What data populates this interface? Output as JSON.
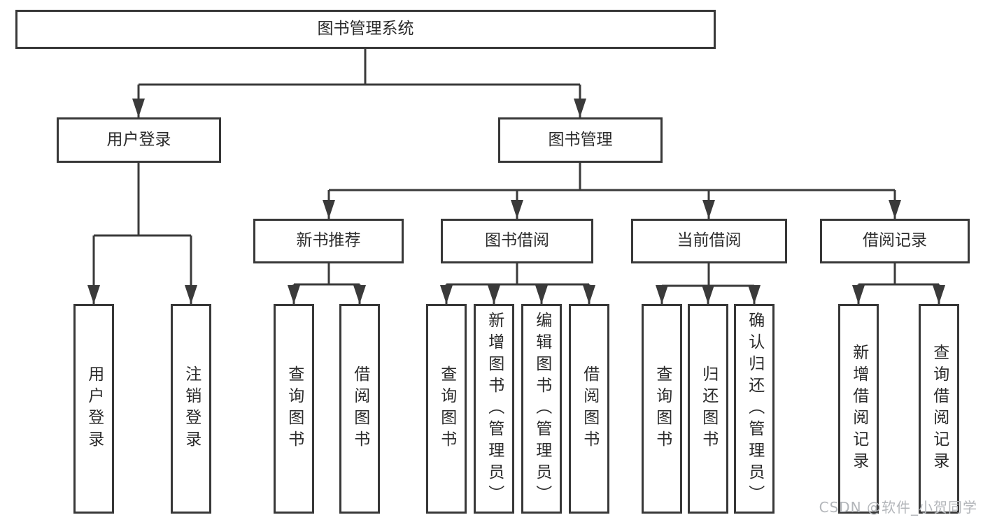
{
  "diagram": {
    "root": {
      "label": "图书管理系统"
    },
    "branches": {
      "userLogin": {
        "label": "用户登录",
        "children": {
          "login": {
            "label": "用户登录"
          },
          "logout": {
            "label": "注销登录"
          }
        }
      },
      "bookMgmt": {
        "label": "图书管理",
        "children": {
          "newBooks": {
            "label": "新书推荐",
            "children": {
              "query": {
                "label": "查询图书"
              },
              "borrow": {
                "label": "借阅图书"
              }
            }
          },
          "borrowing": {
            "label": "图书借阅",
            "children": {
              "query": {
                "label": "查询图书"
              },
              "add": {
                "label": "新增图书（管理员）"
              },
              "edit": {
                "label": "编辑图书（管理员）"
              },
              "borrow": {
                "label": "借阅图书"
              }
            }
          },
          "current": {
            "label": "当前借阅",
            "children": {
              "query": {
                "label": "查询图书"
              },
              "return": {
                "label": "归还图书"
              },
              "confirm": {
                "label": "确认归还（管理员）"
              }
            }
          },
          "records": {
            "label": "借阅记录",
            "children": {
              "add": {
                "label": "新增借阅记录"
              },
              "query": {
                "label": "查询借阅记录"
              }
            }
          }
        }
      }
    }
  },
  "watermark": {
    "text": "CSDN @软件_小贺同学"
  },
  "colors": {
    "line": "#3a3a3a",
    "border": "#383838",
    "text": "#2b2b2b",
    "watermark": "#b3b6ba",
    "background": "#ffffff"
  }
}
